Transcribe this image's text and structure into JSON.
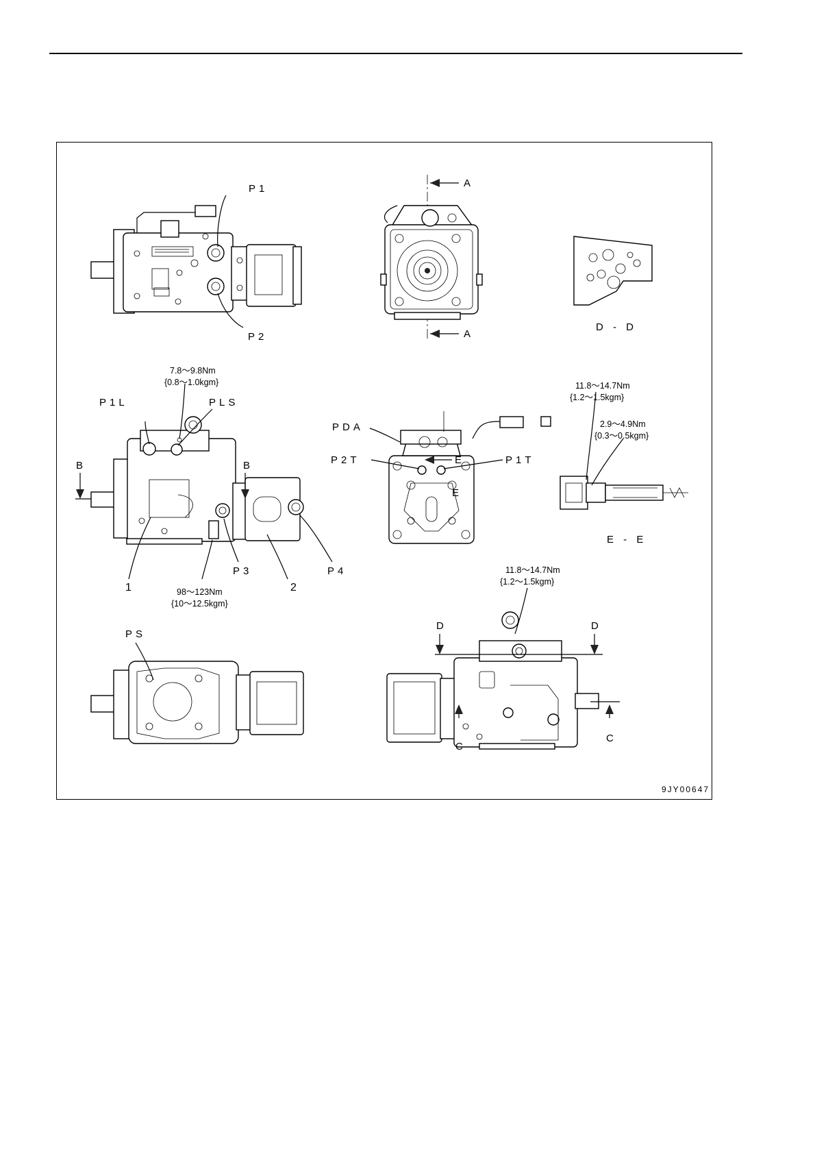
{
  "figure": {
    "code": "9JY00647",
    "views": {
      "top_view": {
        "labels": {
          "p1": "P1",
          "p2": "P2"
        }
      },
      "front_view": {
        "labels": {
          "section_a_top": "A",
          "section_a_bottom": "A"
        }
      },
      "section_dd": {
        "title": "D - D"
      },
      "side_view": {
        "labels": {
          "p1l": "P1L",
          "pls": "PLS",
          "b_left": "B",
          "b_right": "B",
          "p3": "P3",
          "p4": "P4",
          "item_1": "1",
          "item_2": "2"
        },
        "torque_pls": {
          "line1": "7.8～9.8Nm",
          "line2": "{0.8～1.0kgm}"
        },
        "torque_p3": {
          "line1": "98～123Nm",
          "line2": "{10～12.5kgm}"
        }
      },
      "rear_view": {
        "labels": {
          "pda": "PDA",
          "p2t": "P2T",
          "p1t": "P1T",
          "e_top": "E",
          "e_bottom": "E"
        }
      },
      "section_ee": {
        "title": "E - E",
        "torque_upper": {
          "line1": "11.8～14.7Nm",
          "line2": "{1.2～1.5kgm}"
        },
        "torque_lower": {
          "line1": "2.9～4.9Nm",
          "line2": "{0.3～0.5kgm}"
        }
      },
      "bottom_view": {
        "labels": {
          "ps": "PS"
        }
      },
      "opposite_side_view": {
        "labels": {
          "d_left": "D",
          "d_right": "D",
          "c_left": "C",
          "c_right": "C"
        },
        "torque": {
          "line1": "11.8～14.7Nm",
          "line2": "{1.2～1.5kgm}"
        }
      }
    }
  }
}
